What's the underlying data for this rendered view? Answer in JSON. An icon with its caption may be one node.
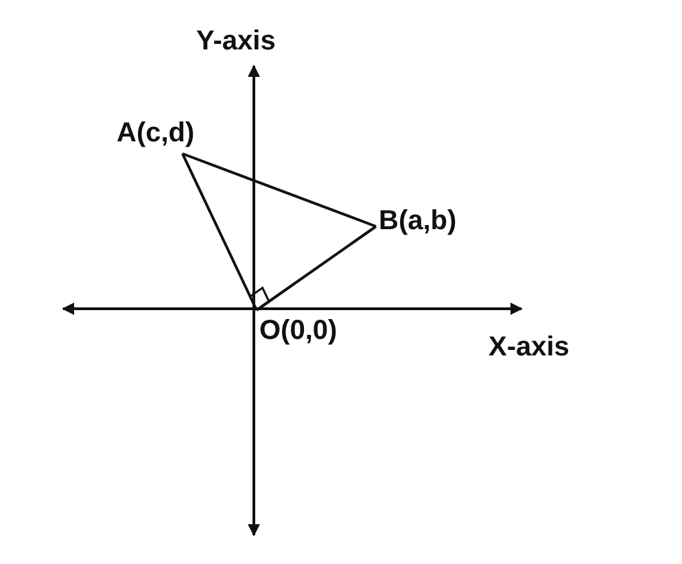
{
  "diagram": {
    "nodes": [
      {
        "text": [
          "A(c,d)"
        ]
      },
      {
        "text": [
          "B(a,b)"
        ]
      },
      {
        "text": [
          "O(0,0)"
        ]
      }
    ],
    "edges": [
      {
        "from": 0,
        "to": 1,
        "arrow": "none"
      },
      {
        "from": 1,
        "to": 2,
        "arrow": "none"
      },
      {
        "from": 2,
        "to": 0,
        "arrow": "none"
      }
    ],
    "labels": [
      "Y-axis",
      "X-axis"
    ]
  }
}
